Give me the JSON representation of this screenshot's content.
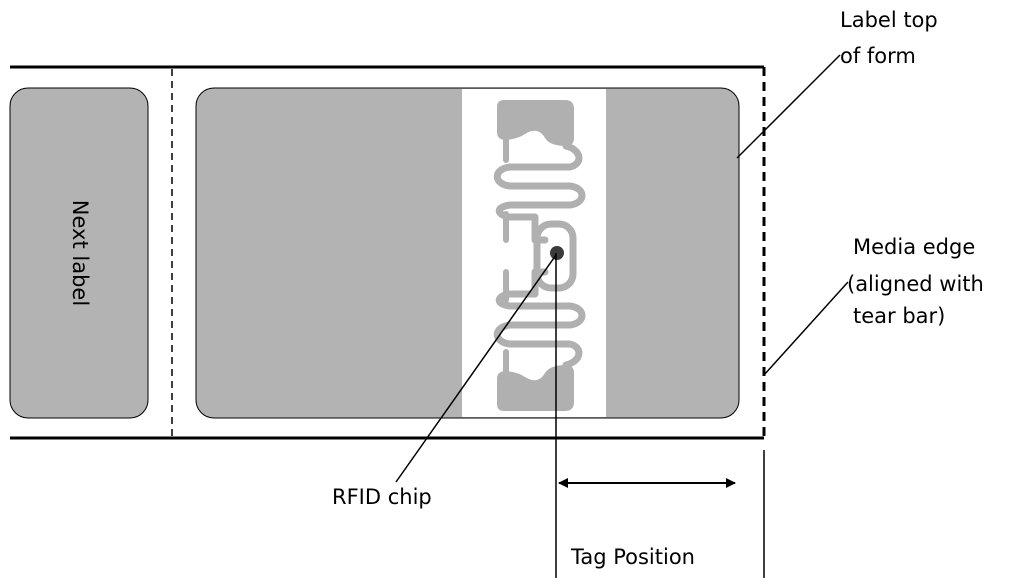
{
  "labels": {
    "next_label": "Next label",
    "label_top_of_form_line1": "Label top",
    "label_top_of_form_line2": "of form",
    "media_edge_line1": "Media edge",
    "media_edge_line2": "(aligned with",
    "media_edge_line3": "tear bar)",
    "rfid_chip": "RFID chip",
    "tag_position": "Tag Position"
  },
  "colors": {
    "label_fill": "#b3b3b3",
    "antenna_fill": "#b0b0b0",
    "chip_fill": "#3a3a3a",
    "line": "#000000",
    "background": "#ffffff"
  }
}
